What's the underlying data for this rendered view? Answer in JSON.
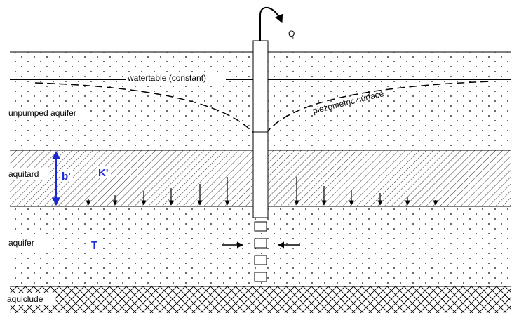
{
  "labels": {
    "discharge": "Q",
    "watertable": "watertable (constant)",
    "piezometric": "piezometric surface",
    "unpumped_aquifer": "unpumped aquifer",
    "aquitard": "aquitard",
    "aquitard_thickness": "b'",
    "aquitard_conductivity": "K'",
    "aquifer": "aquifer",
    "transmissivity": "T",
    "aquiclude": "aquiclude"
  },
  "colors": {
    "ink": "#000000",
    "symbol_blue": "#1a2bd6",
    "background": "#ffffff"
  }
}
